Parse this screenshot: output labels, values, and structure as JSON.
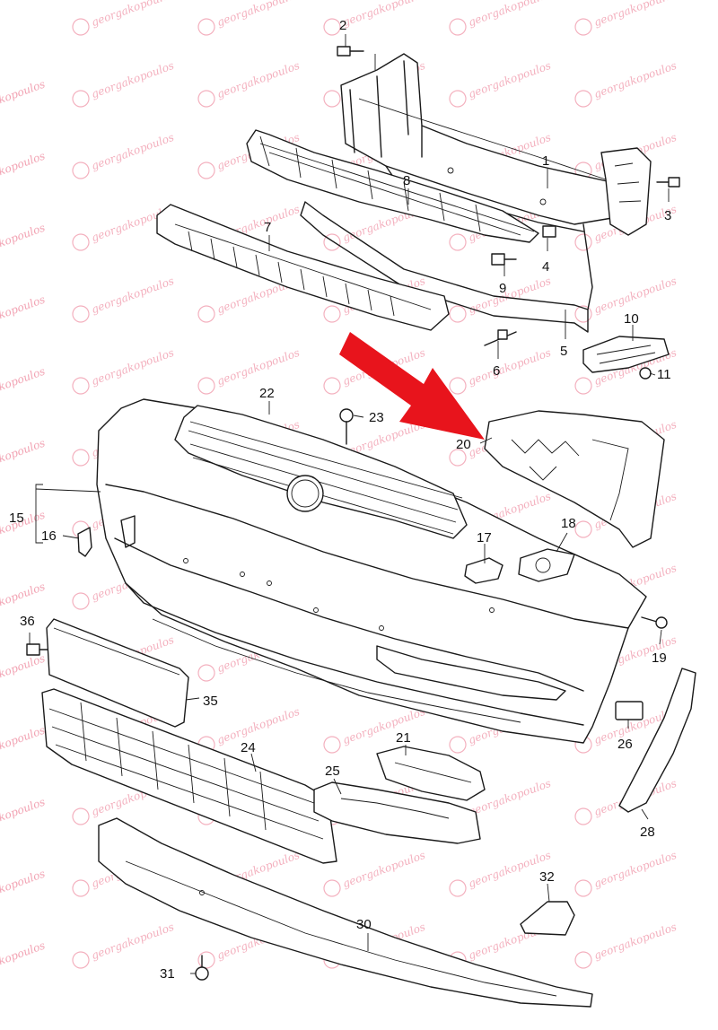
{
  "watermark": {
    "text": "georgakopoulos",
    "color": "#f2a3b3"
  },
  "arrow": {
    "color": "#e8141c"
  },
  "callouts": [
    "1",
    "2",
    "3",
    "4",
    "5",
    "6",
    "7",
    "8",
    "9",
    "10",
    "11",
    "15",
    "16",
    "17",
    "18",
    "19",
    "20",
    "21",
    "22",
    "23",
    "24",
    "25",
    "26",
    "28",
    "30",
    "31",
    "32",
    "35",
    "36"
  ]
}
